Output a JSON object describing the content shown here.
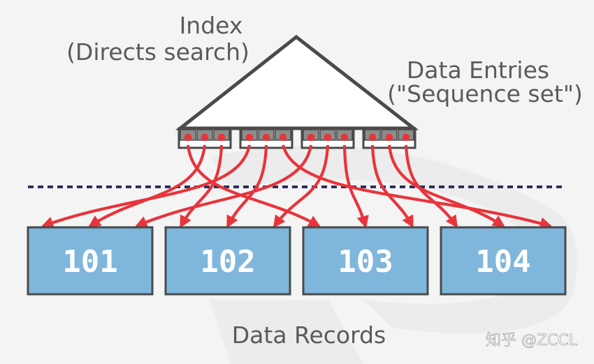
{
  "labels": {
    "index_line1": "Index",
    "index_line2": "(Directs search)",
    "entries_line1": "Data Entries",
    "entries_line2": "(\"Sequence set\")",
    "records": "Data Records"
  },
  "records": [
    "101",
    "102",
    "103",
    "104"
  ],
  "watermark": "知乎 @ZCCL",
  "colors": {
    "arrow": "#e8343b",
    "record_fill": "#7fb6dc",
    "record_stroke": "#4a4a4a",
    "slot_fill": "#8c8c8c",
    "tree_stroke": "#4a4a4a",
    "divider": "#2e2e5e",
    "text": "#5a5a5a"
  }
}
